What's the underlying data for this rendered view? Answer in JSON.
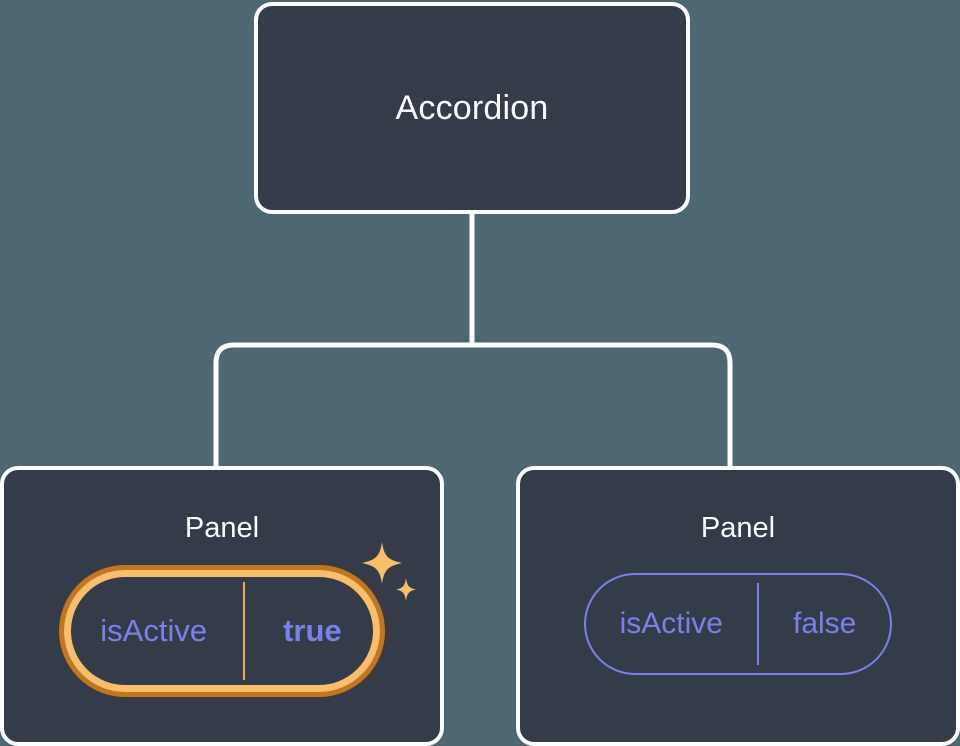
{
  "theme": {
    "background": "#4d6872",
    "node_fill": "#343c4a",
    "node_border": "#ffffff",
    "connector": "#ffffff",
    "prop_accent": "#7b80e8",
    "highlight_outer": "#c4761a",
    "highlight_inner": "#f9bd6b",
    "sparkle": "#f9bd6b"
  },
  "tree": {
    "root": {
      "title": "Accordion"
    },
    "children": [
      {
        "title": "Panel",
        "highlighted": true,
        "prop": {
          "key": "isActive",
          "value": "true"
        },
        "sparkle_icons": [
          "sparkle-large-icon",
          "sparkle-small-icon"
        ]
      },
      {
        "title": "Panel",
        "highlighted": false,
        "prop": {
          "key": "isActive",
          "value": "false"
        }
      }
    ]
  }
}
